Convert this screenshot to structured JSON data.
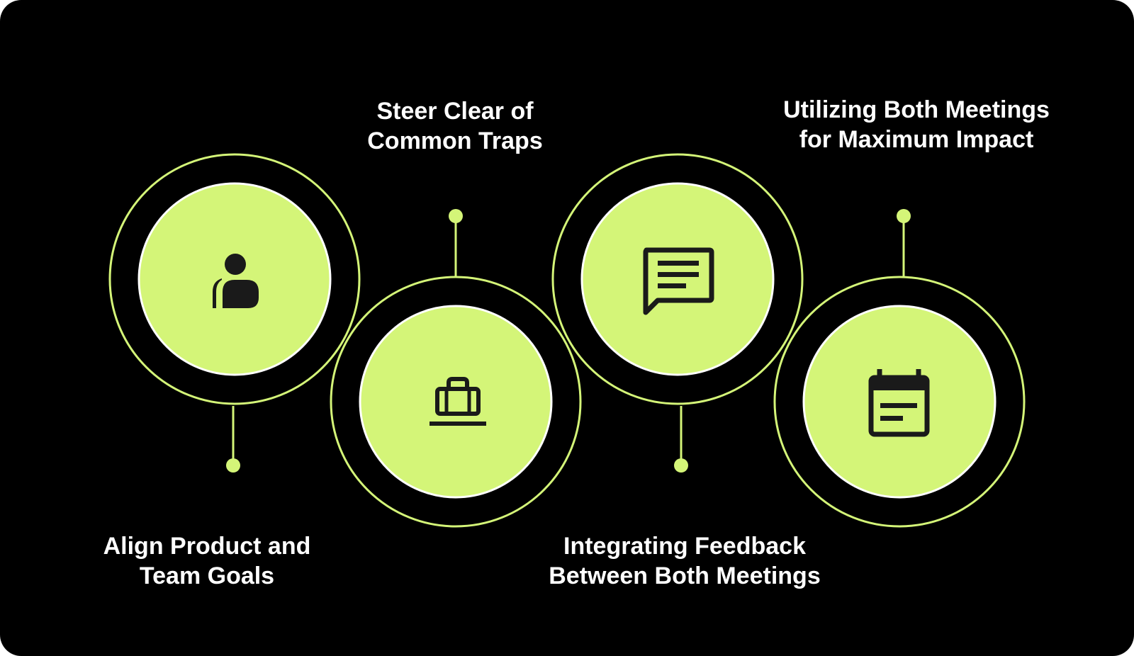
{
  "colors": {
    "background": "#000000",
    "accent": "#D4F578",
    "icon": "#1A1A1A",
    "text": "#FFFFFF"
  },
  "steps": [
    {
      "lines": [
        "Align Product and",
        "Team Goals"
      ],
      "icon": "user-icon"
    },
    {
      "lines": [
        "Steer Clear of",
        "Common Traps"
      ],
      "icon": "briefcase-icon"
    },
    {
      "lines": [
        "Integrating Feedback",
        "Between Both Meetings"
      ],
      "icon": "chat-icon"
    },
    {
      "lines": [
        "Utilizing Both Meetings",
        "for Maximum Impact"
      ],
      "icon": "calendar-icon"
    }
  ]
}
